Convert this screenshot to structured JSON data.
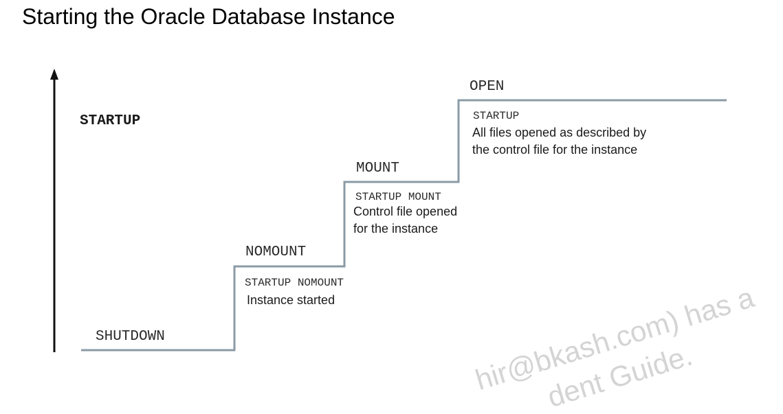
{
  "title": "Starting the Oracle Database Instance",
  "axis_label": "STARTUP",
  "states": {
    "shutdown": {
      "name": "SHUTDOWN"
    },
    "nomount": {
      "name": "NOMOUNT",
      "command": "STARTUP NOMOUNT",
      "description": [
        "Instance started"
      ]
    },
    "mount": {
      "name": "MOUNT",
      "command": "STARTUP MOUNT",
      "description": [
        "Control  file opened",
        "for the instance"
      ]
    },
    "open": {
      "name": "OPEN",
      "command": "STARTUP",
      "description": [
        "All files opened as described by",
        "the control file for the instance"
      ]
    }
  },
  "watermark": {
    "line1": "hir@bkash.com) has a",
    "line2": "dent Guide."
  },
  "colors": {
    "step_line": "#8a9ba5",
    "arrow": "#111111",
    "watermark": "#d4d4d4"
  }
}
